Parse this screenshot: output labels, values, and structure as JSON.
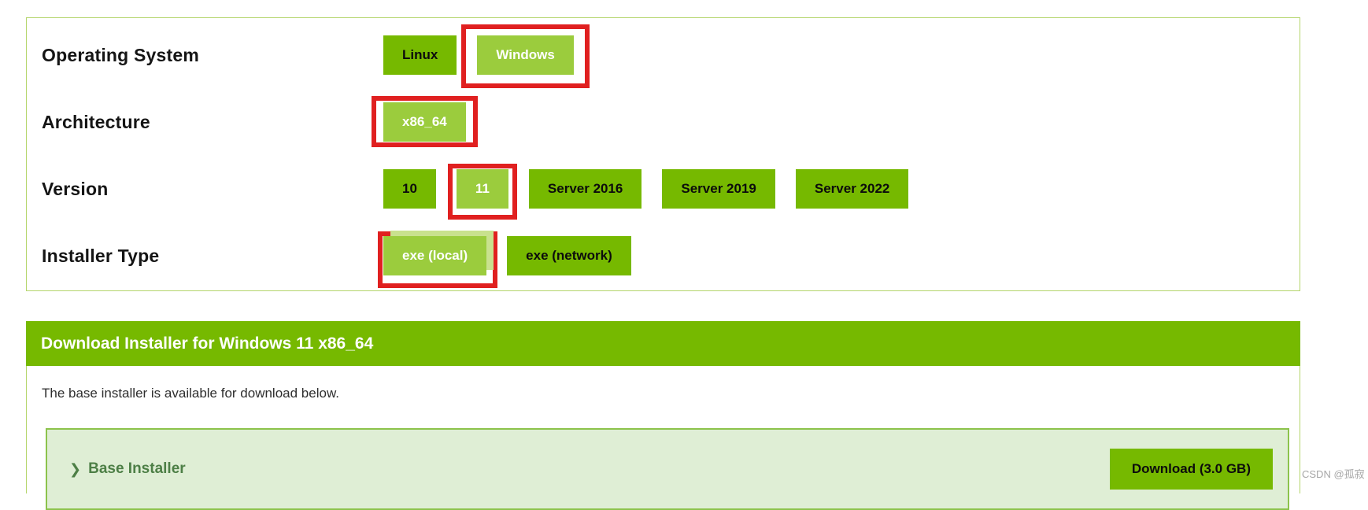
{
  "colors": {
    "nvidia_green": "#76b900",
    "selected_green": "#9bcc3d",
    "annotation_red": "#e02020",
    "panel_border_green": "#b4d56b",
    "installer_box_bg": "#dfeed5",
    "installer_box_border": "#8cc34c",
    "base_installer_text": "#4d7f46"
  },
  "selector": {
    "rows": [
      {
        "label": "Operating System",
        "buttons": [
          {
            "label": "Linux",
            "selected": false
          },
          {
            "label": "Windows",
            "selected": true
          }
        ]
      },
      {
        "label": "Architecture",
        "buttons": [
          {
            "label": "x86_64",
            "selected": true
          }
        ]
      },
      {
        "label": "Version",
        "buttons": [
          {
            "label": "10",
            "selected": false
          },
          {
            "label": "11",
            "selected": true
          },
          {
            "label": "Server 2016",
            "selected": false
          },
          {
            "label": "Server 2019",
            "selected": false
          },
          {
            "label": "Server 2022",
            "selected": false
          }
        ]
      },
      {
        "label": "Installer Type",
        "buttons": [
          {
            "label": "exe (local)",
            "selected": true
          },
          {
            "label": "exe (network)",
            "selected": false
          }
        ]
      }
    ]
  },
  "download_section": {
    "header": "Download Installer for Windows 11 x86_64",
    "description": "The base installer is available for download below.",
    "base_installer": {
      "chevron": "❯",
      "label": "Base Installer",
      "download_button": "Download (3.0 GB)"
    }
  },
  "watermark": "CSDN @孤寂"
}
